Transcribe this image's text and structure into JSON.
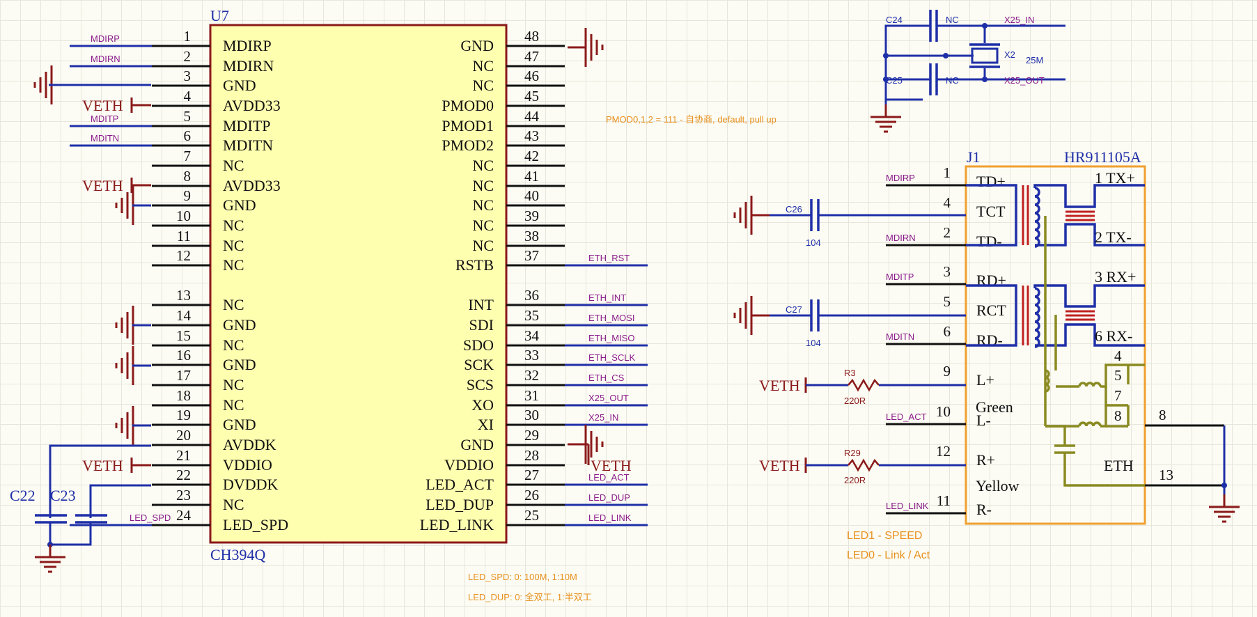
{
  "u7": {
    "designator": "U7",
    "part": "CH394Q",
    "left_pins": [
      {
        "num": "1",
        "name": "MDIRP",
        "net": "MDIRP"
      },
      {
        "num": "2",
        "name": "MDIRN",
        "net": "MDIRN"
      },
      {
        "num": "3",
        "name": "GND"
      },
      {
        "num": "4",
        "name": "AVDD33",
        "net": "VETH"
      },
      {
        "num": "5",
        "name": "MDITP",
        "net": "MDITP"
      },
      {
        "num": "6",
        "name": "MDITN",
        "net": "MDITN"
      },
      {
        "num": "7",
        "name": "NC"
      },
      {
        "num": "8",
        "name": "AVDD33",
        "net": "VETH"
      },
      {
        "num": "9",
        "name": "GND"
      },
      {
        "num": "10",
        "name": "NC"
      },
      {
        "num": "11",
        "name": "NC"
      },
      {
        "num": "12",
        "name": "NC"
      },
      {
        "num": "13",
        "name": "NC"
      },
      {
        "num": "14",
        "name": "GND"
      },
      {
        "num": "15",
        "name": "NC"
      },
      {
        "num": "16",
        "name": "GND"
      },
      {
        "num": "17",
        "name": "NC"
      },
      {
        "num": "18",
        "name": "NC"
      },
      {
        "num": "19",
        "name": "GND"
      },
      {
        "num": "20",
        "name": "AVDDK"
      },
      {
        "num": "21",
        "name": "VDDIO",
        "net": "VETH"
      },
      {
        "num": "22",
        "name": "DVDDK"
      },
      {
        "num": "23",
        "name": "NC"
      },
      {
        "num": "24",
        "name": "LED_SPD",
        "net": "LED_SPD"
      }
    ],
    "right_pins": [
      {
        "num": "48",
        "name": "GND"
      },
      {
        "num": "47",
        "name": "NC"
      },
      {
        "num": "46",
        "name": "NC"
      },
      {
        "num": "45",
        "name": "PMOD0"
      },
      {
        "num": "44",
        "name": "PMOD1"
      },
      {
        "num": "43",
        "name": "PMOD2"
      },
      {
        "num": "42",
        "name": "NC"
      },
      {
        "num": "41",
        "name": "NC"
      },
      {
        "num": "40",
        "name": "NC"
      },
      {
        "num": "39",
        "name": "NC"
      },
      {
        "num": "38",
        "name": "NC"
      },
      {
        "num": "37",
        "name": "RSTB",
        "net": "ETH_RST"
      },
      {
        "num": "36",
        "name": "INT",
        "net": "ETH_INT"
      },
      {
        "num": "35",
        "name": "SDI",
        "net": "ETH_MOSI"
      },
      {
        "num": "34",
        "name": "SDO",
        "net": "ETH_MISO"
      },
      {
        "num": "33",
        "name": "SCK",
        "net": "ETH_SCLK"
      },
      {
        "num": "32",
        "name": "SCS",
        "net": "ETH_CS"
      },
      {
        "num": "31",
        "name": "XO",
        "net": "X25_OUT"
      },
      {
        "num": "30",
        "name": "XI",
        "net": "X25_IN"
      },
      {
        "num": "29",
        "name": "GND"
      },
      {
        "num": "28",
        "name": "VDDIO",
        "net": "VETH"
      },
      {
        "num": "27",
        "name": "LED_ACT",
        "net": "LED_ACT"
      },
      {
        "num": "26",
        "name": "LED_DUP",
        "net": "LED_DUP"
      },
      {
        "num": "25",
        "name": "LED_LINK",
        "net": "LED_LINK"
      }
    ]
  },
  "caps_left": {
    "c22": "C22",
    "c23": "C23"
  },
  "crystal": {
    "c24": "C24",
    "c24_value": "NC",
    "c25": "C25",
    "c25_value": "NC",
    "x2": "X2",
    "x2_value": "25M",
    "net_in": "X25_IN",
    "net_out": "X25_OUT"
  },
  "notes": {
    "pmod": "PMOD0,1,2 = 111 - 自协商, default, pull up",
    "led_spd": "LED_SPD: 0: 100M, 1:10M",
    "led_dup": "LED_DUP: 0: 全双工, 1:半双工",
    "led1": "LED1 - SPEED",
    "led0": "LED0 - Link / Act"
  },
  "j1": {
    "designator": "J1",
    "part": "HR911105A",
    "left_pins": [
      {
        "num": "1",
        "name": "TD+",
        "net": "MDIRP"
      },
      {
        "num": "4",
        "name": "TCT"
      },
      {
        "num": "2",
        "name": "TD-",
        "net": "MDIRN"
      },
      {
        "num": "3",
        "name": "RD+",
        "net": "MDITP"
      },
      {
        "num": "5",
        "name": "RCT"
      },
      {
        "num": "6",
        "name": "RD-",
        "net": "MDITN"
      },
      {
        "num": "9",
        "name": "L+"
      },
      {
        "num": "10",
        "name": "L-",
        "net": "LED_ACT"
      },
      {
        "num": "12",
        "name": "R+"
      },
      {
        "num": "11",
        "name": "R-",
        "net": "LED_LINK"
      }
    ],
    "right_labels": {
      "tx_p": "1 TX+",
      "tx_n": "2 TX-",
      "rx_p": "3 RX+",
      "rx_n": "6 RX-",
      "p4": "4",
      "p5": "5",
      "p7": "7",
      "p8": "8"
    },
    "green": "Green",
    "yellow": "Yellow",
    "eth": "ETH",
    "ext_pin_8": "8",
    "ext_pin_13": "13",
    "c26": "C26",
    "c26_value": "104",
    "c27": "C27",
    "c27_value": "104",
    "r3": "R3",
    "r3_value": "220R",
    "r29": "R29",
    "r29_value": "220R",
    "power": "VETH"
  },
  "colors": {
    "wire": "#1f2fa8",
    "body_fill": "#ffffb0",
    "body_border": "#8b1a1a",
    "power": "#8b1a1a",
    "net_label": "#8a1a8a",
    "note": "#e8901e",
    "connector_border": "#f0a030"
  }
}
